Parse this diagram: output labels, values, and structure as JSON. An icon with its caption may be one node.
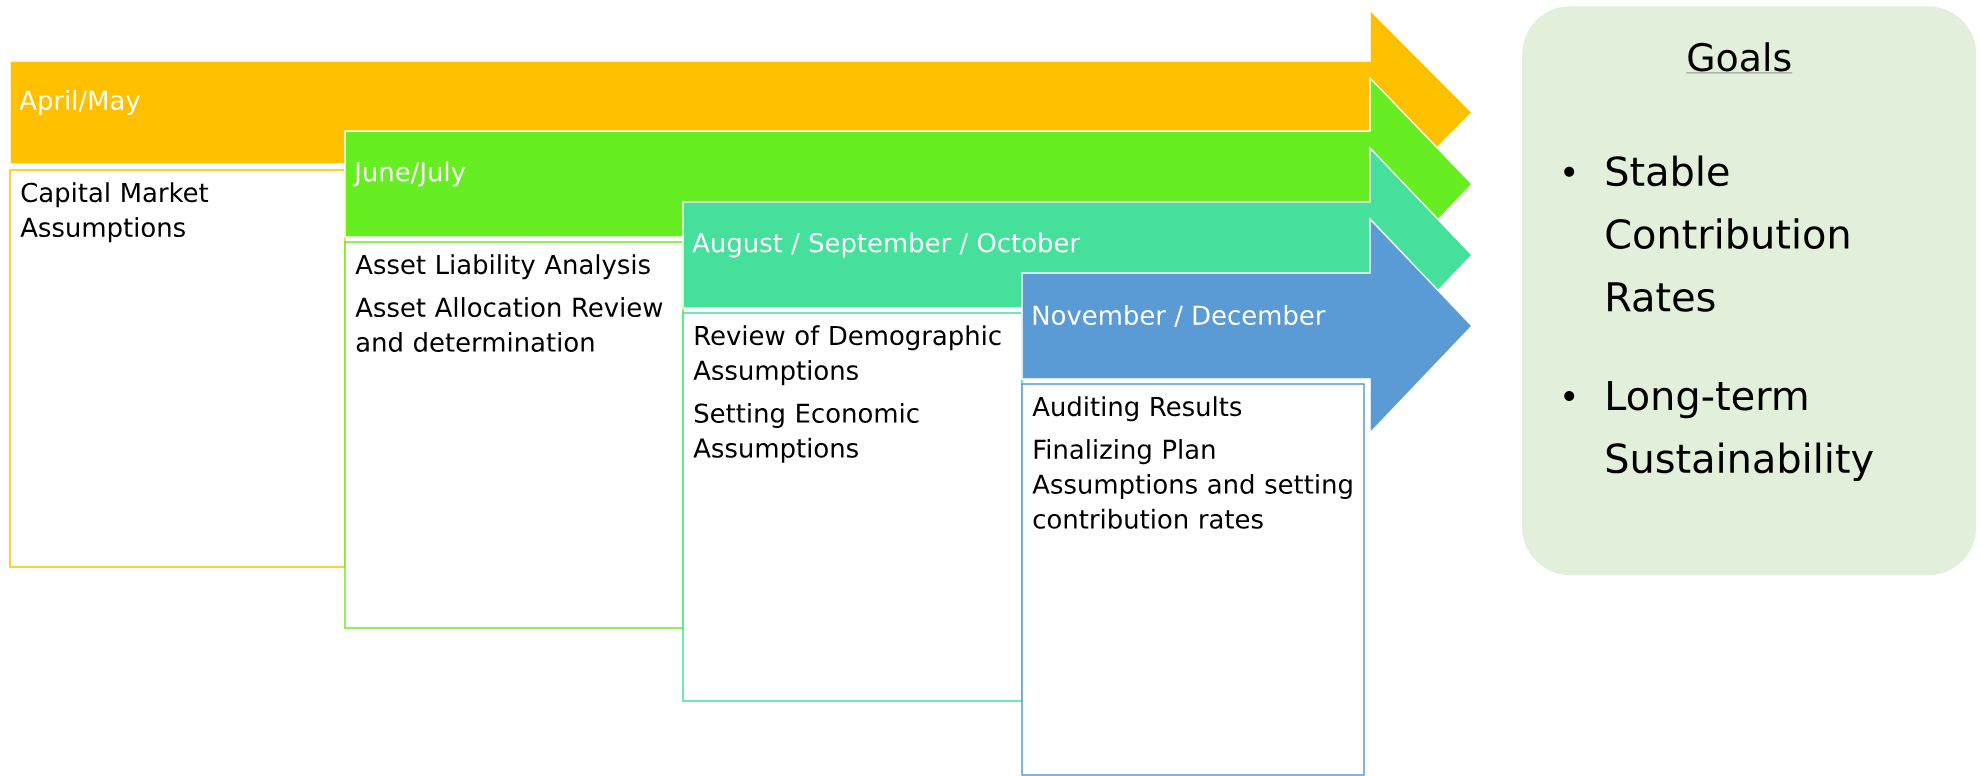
{
  "diagram": {
    "nodes": [
      {
        "text": [
          "April/May"
        ]
      },
      {
        "text": [
          "Capital Market Assumptions"
        ]
      },
      {
        "text": [
          "June/July"
        ]
      },
      {
        "text": [
          "Asset Liability Analysis",
          "Asset Allocation Review and determination"
        ]
      },
      {
        "text": [
          "August / September / October"
        ]
      },
      {
        "text": [
          "Review of Demographic Assumptions",
          "Setting Economic Assumptions"
        ]
      },
      {
        "text": [
          "November / December"
        ]
      },
      {
        "text": [
          "Auditing Results",
          "Finalizing Plan Assumptions and setting contribution rates"
        ]
      },
      {
        "text": [
          "Goals",
          "Stable Contribution Rates",
          "Long-term Sustainability"
        ]
      }
    ]
  }
}
